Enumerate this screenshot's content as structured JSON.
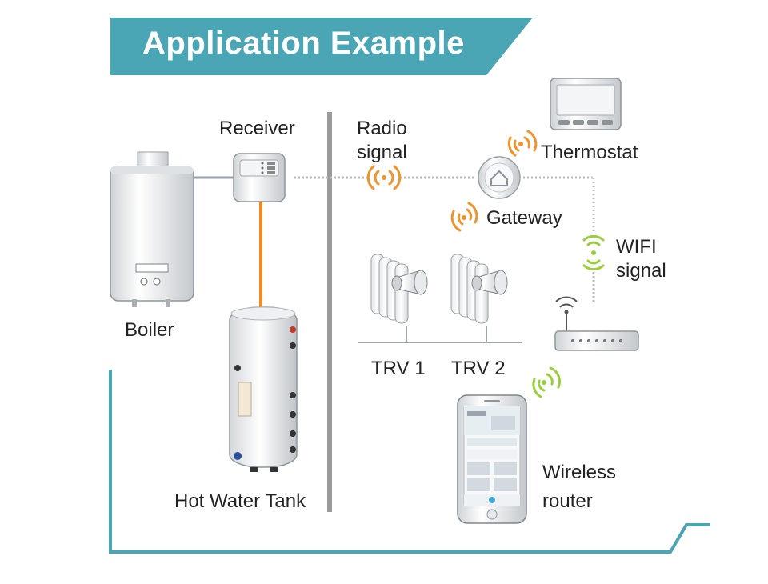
{
  "banner": {
    "title": "Application Example",
    "color": "#4aa6b4"
  },
  "labels": {
    "receiver": "Receiver",
    "radio_signal_line1": "Radio",
    "radio_signal_line2": "signal",
    "thermostat": "Thermostat",
    "gateway": "Gateway",
    "wifi_signal_line1": "WIFI",
    "wifi_signal_line2": "signal",
    "boiler": "Boiler",
    "trv1": "TRV 1",
    "trv2": "TRV 2",
    "hot_water_tank": "Hot Water Tank",
    "wireless_router_line1": "Wireless",
    "wireless_router_line2": "router"
  },
  "colors": {
    "accent_teal": "#4aa6b4",
    "radio_wave": "#f0932b",
    "wifi_wave": "#9bcf3a",
    "pipe_orange": "#f08a24",
    "divider_gray": "#9a9a9a"
  },
  "icons": [
    "boiler-icon",
    "receiver-icon",
    "hot-water-tank-icon",
    "gateway-icon",
    "thermostat-icon",
    "trv-icon",
    "router-icon",
    "smartphone-icon",
    "radio-wave-icon",
    "wifi-wave-icon"
  ]
}
